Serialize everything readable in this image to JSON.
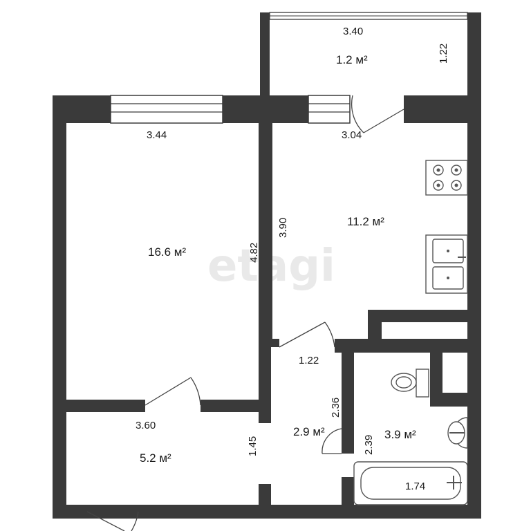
{
  "watermark": "etagi",
  "rooms": [
    {
      "id": "room",
      "area": "16.6 м²"
    },
    {
      "id": "kitchen",
      "area": "11.2 м²"
    },
    {
      "id": "balcony",
      "area": "1.2 м²"
    },
    {
      "id": "entry",
      "area": "5.2 м²"
    },
    {
      "id": "hall",
      "area": "2.9 м²"
    },
    {
      "id": "bath",
      "area": "3.9 м²"
    }
  ],
  "dimensions": {
    "balcony_width": "3.40",
    "balcony_depth": "1.22",
    "room_width": "3.44",
    "room_length": "4.82",
    "kitchen_width": "3.04",
    "kitchen_length": "3.90",
    "hall_width": "1.22",
    "hall_length": "2.36",
    "entry_width": "3.60",
    "entry_length": "1.45",
    "bath_length": "2.39",
    "tub_length": "1.74"
  }
}
